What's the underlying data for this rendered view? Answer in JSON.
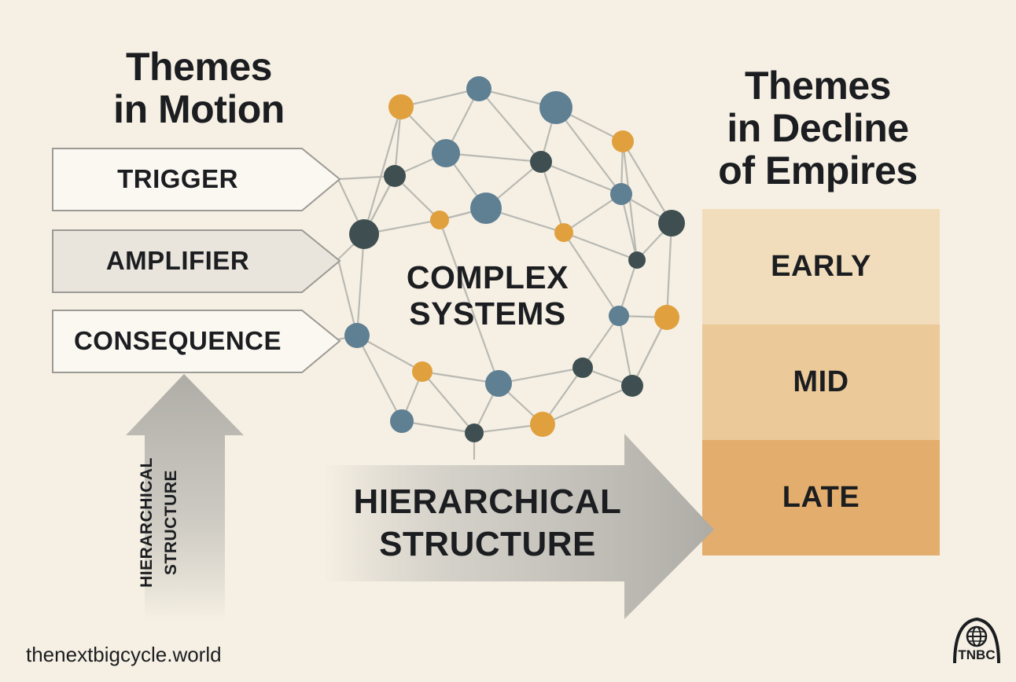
{
  "left_heading": {
    "line1": "Themes",
    "line2": "in Motion"
  },
  "right_heading": {
    "line1": "Themes",
    "line2": "in Decline",
    "line3": "of Empires"
  },
  "themes": [
    {
      "label": "TRIGGER",
      "fill": "#fbf8f2"
    },
    {
      "label": "AMPLIFIER",
      "fill": "#e9e5dc"
    },
    {
      "label": "CONSEQUENCE",
      "fill": "#fbf8f2"
    }
  ],
  "center": {
    "line1": "COMPLEX",
    "line2": "SYSTEMS"
  },
  "stages": [
    {
      "label": "EARLY",
      "color": "#f1ddbb"
    },
    {
      "label": "MID",
      "color": "#ebc998"
    },
    {
      "label": "LATE",
      "color": "#e3ae6d"
    }
  ],
  "horizontal_arrow": {
    "line1": "HIERARCHICAL",
    "line2": "STRUCTURE"
  },
  "vertical_arrow": {
    "line1": "HIERARCHICAL",
    "line2": "STRUCTURE"
  },
  "footer": {
    "url": "thenextbigcycle.world",
    "logo_text": "TNBC"
  },
  "colors": {
    "background": "#f6f0e4",
    "node_blue": "#5f7f93",
    "node_dark": "#3f4f51",
    "node_orange": "#e0a03d",
    "edge": "#b9b9b3",
    "arrow_gray": "#b3b1ab"
  }
}
